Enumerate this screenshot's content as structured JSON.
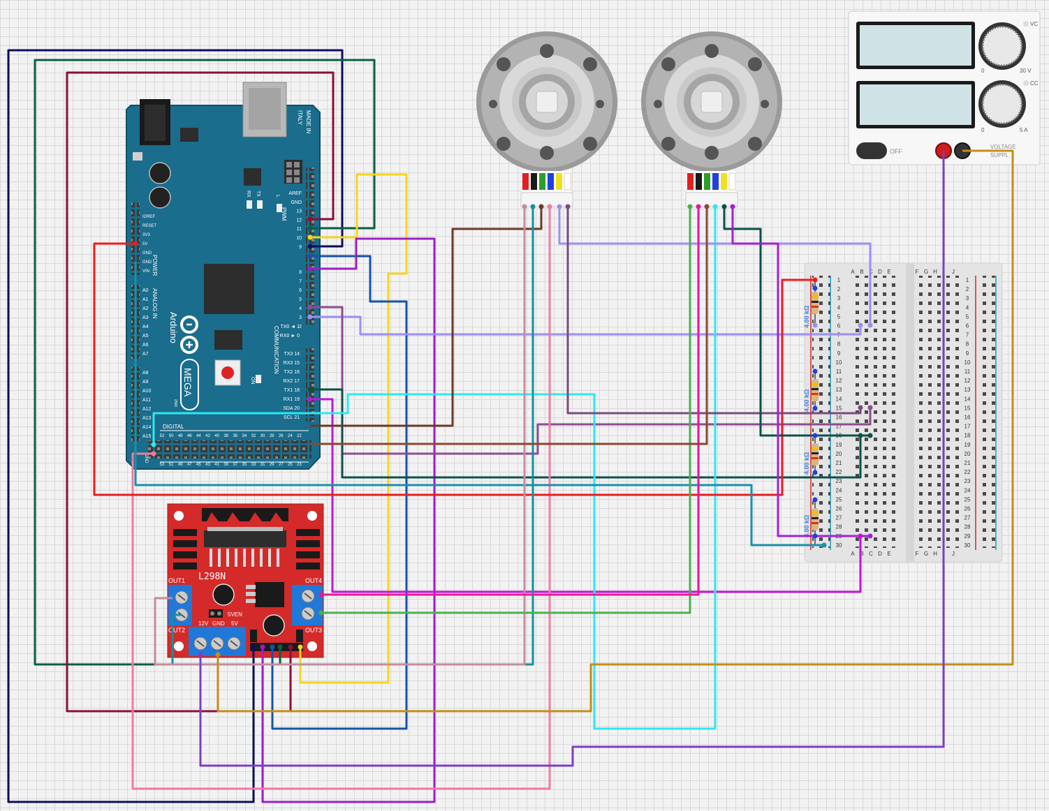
{
  "arduino": {
    "made_in": "MADE IN",
    "italy": "ITALY",
    "brand": "Arduino",
    "model": "MEGA",
    "model_num": "2560",
    "digital_label": "DIGITAL",
    "communication_label": "COMMUNICATION",
    "analog_label": "ANALOG IN",
    "power_label": "POWER",
    "pwm_label": "PWM",
    "on_label": "ON",
    "tx_label": "TX",
    "rx_label": "RX",
    "l_label": "L",
    "gnd_label": "GND",
    "power_pins": [
      "IOREF",
      "RESET",
      "3V3",
      "5V",
      "GND",
      "GND",
      "VIN"
    ],
    "analog_pins": [
      "A0",
      "A1",
      "A2",
      "A3",
      "A4",
      "A5",
      "A6",
      "A7",
      "A8",
      "A9",
      "A10",
      "A11",
      "A12",
      "A13",
      "A14",
      "A15"
    ],
    "pwm_pins": [
      "AREF",
      "GND",
      "13",
      "12",
      "11",
      "10",
      "9",
      "8",
      "7",
      "6",
      "5",
      "4",
      "3",
      "2"
    ],
    "comm_pins": [
      "TX0 ◄ 1",
      "RX0 ► 0",
      "TX3 14",
      "RX3 15",
      "TX2 16",
      "RX2 17",
      "TX1 18",
      "RX1 19",
      "SDA 20",
      "SCL 21"
    ],
    "bottom_top_row": [
      "52",
      "50",
      "48",
      "46",
      "44",
      "42",
      "40",
      "38",
      "36",
      "34",
      "32",
      "30",
      "28",
      "26",
      "24",
      "22"
    ],
    "bottom_bottom_row": [
      "53",
      "51",
      "49",
      "47",
      "45",
      "43",
      "41",
      "39",
      "37",
      "35",
      "33",
      "31",
      "29",
      "27",
      "25",
      "23"
    ]
  },
  "l298n": {
    "name": "L298N",
    "out1": "OUT1",
    "out2": "OUT2",
    "out3": "OUT3",
    "out4": "OUT4",
    "power_labels": [
      "12V",
      "GND",
      "5V"
    ],
    "enable_label": "5VEN"
  },
  "power_supply": {
    "vc": "VC",
    "cc": "CC",
    "v_min": "0",
    "v_max": "30 V",
    "a_min": "0",
    "a_max": "5 A",
    "switch": "OFF",
    "label_line1": "VOLTAGE",
    "label_line2": "SUPPL"
  },
  "breadboard": {
    "cols_left": [
      "A",
      "B",
      "C",
      "D",
      "E"
    ],
    "cols_right": [
      "F",
      "G",
      "H",
      "J"
    ],
    "rows": 30
  },
  "resistors": [
    "4.00 kΩ",
    "4.00 kΩ",
    "4.00 kΩ",
    "4.00 kΩ"
  ],
  "colors": {
    "arduino_blue": "#1a6d8c",
    "l298n_red": "#d42a2a",
    "wire_red": "#e61e1e",
    "wire_navy": "#0d0d5c",
    "wire_darkgreen": "#0a6042",
    "wire_maroon": "#8b0e3b",
    "wire_yellow": "#f7d51e",
    "wire_cyan": "#2de8f2",
    "wire_pink": "#f27aa0",
    "wire_purple": "#9c1fc7",
    "wire_lavender": "#9d8ef2",
    "wire_orange": "#c48e16"
  }
}
